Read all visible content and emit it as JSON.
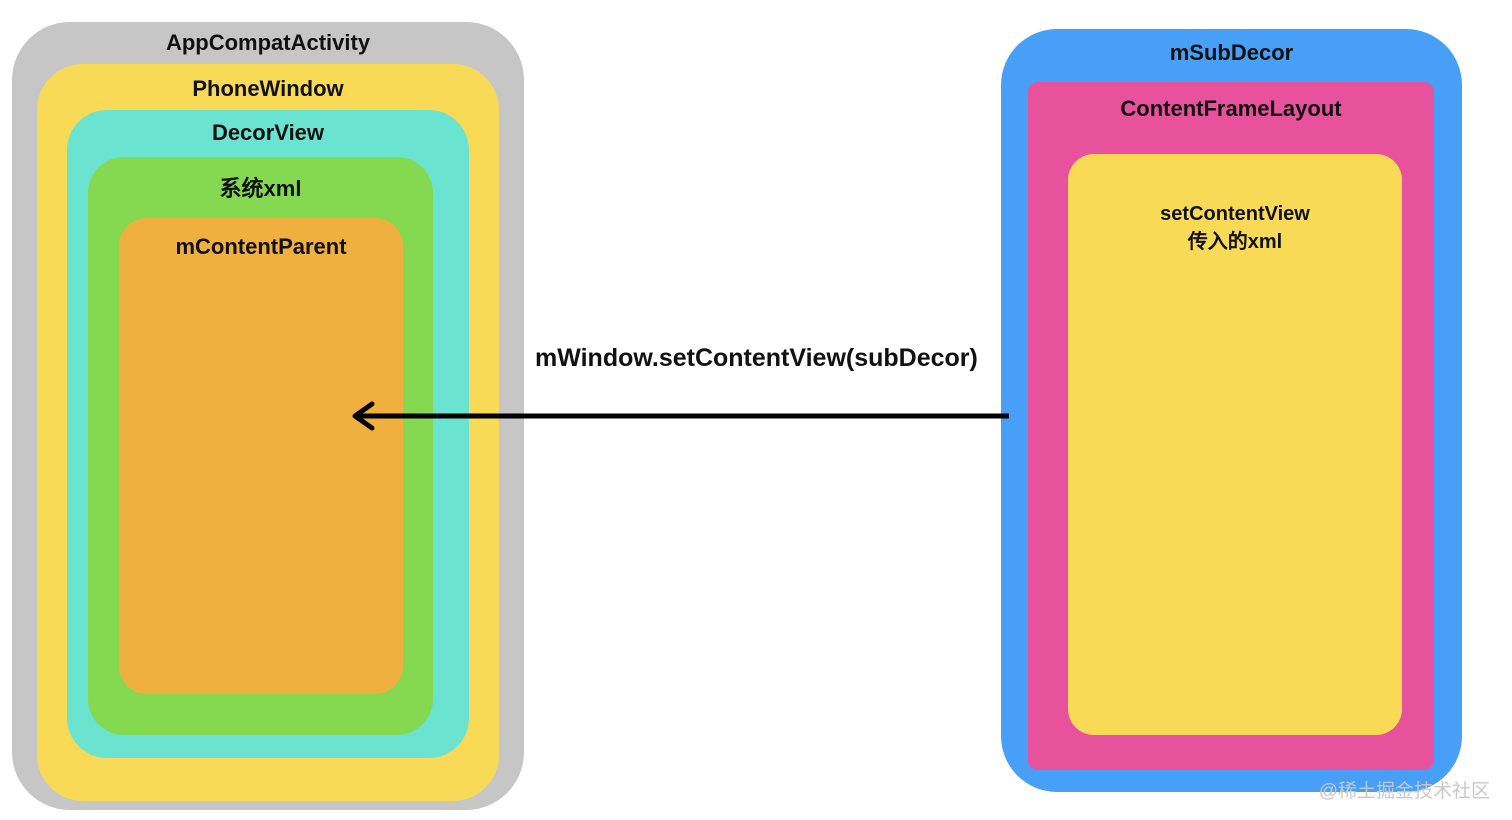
{
  "left_stack": {
    "appcompat_label": "AppCompatActivity",
    "phonewindow_label": "PhoneWindow",
    "decorview_label": "DecorView",
    "system_xml_label": "系统xml",
    "mcontentparent_label": "mContentParent"
  },
  "right_stack": {
    "msubdecor_label": "mSubDecor",
    "contentframelayout_label": "ContentFrameLayout",
    "setcontentview_line1": "setContentView",
    "setcontentview_line2": "传入的xml"
  },
  "arrow": {
    "label": "mWindow.setContentView(subDecor)"
  },
  "watermark": "@稀土掘金技术社区",
  "colors": {
    "appcompat": "#c6c6c6",
    "phonewindow": "#f8da57",
    "decorview": "#6be3d1",
    "system_xml": "#84d951",
    "mcontentparent": "#f0b03f",
    "msubdecor": "#489ff7",
    "contentframelayout": "#e8519c",
    "setcontentview": "#f8da57",
    "arrow": "#000000"
  }
}
